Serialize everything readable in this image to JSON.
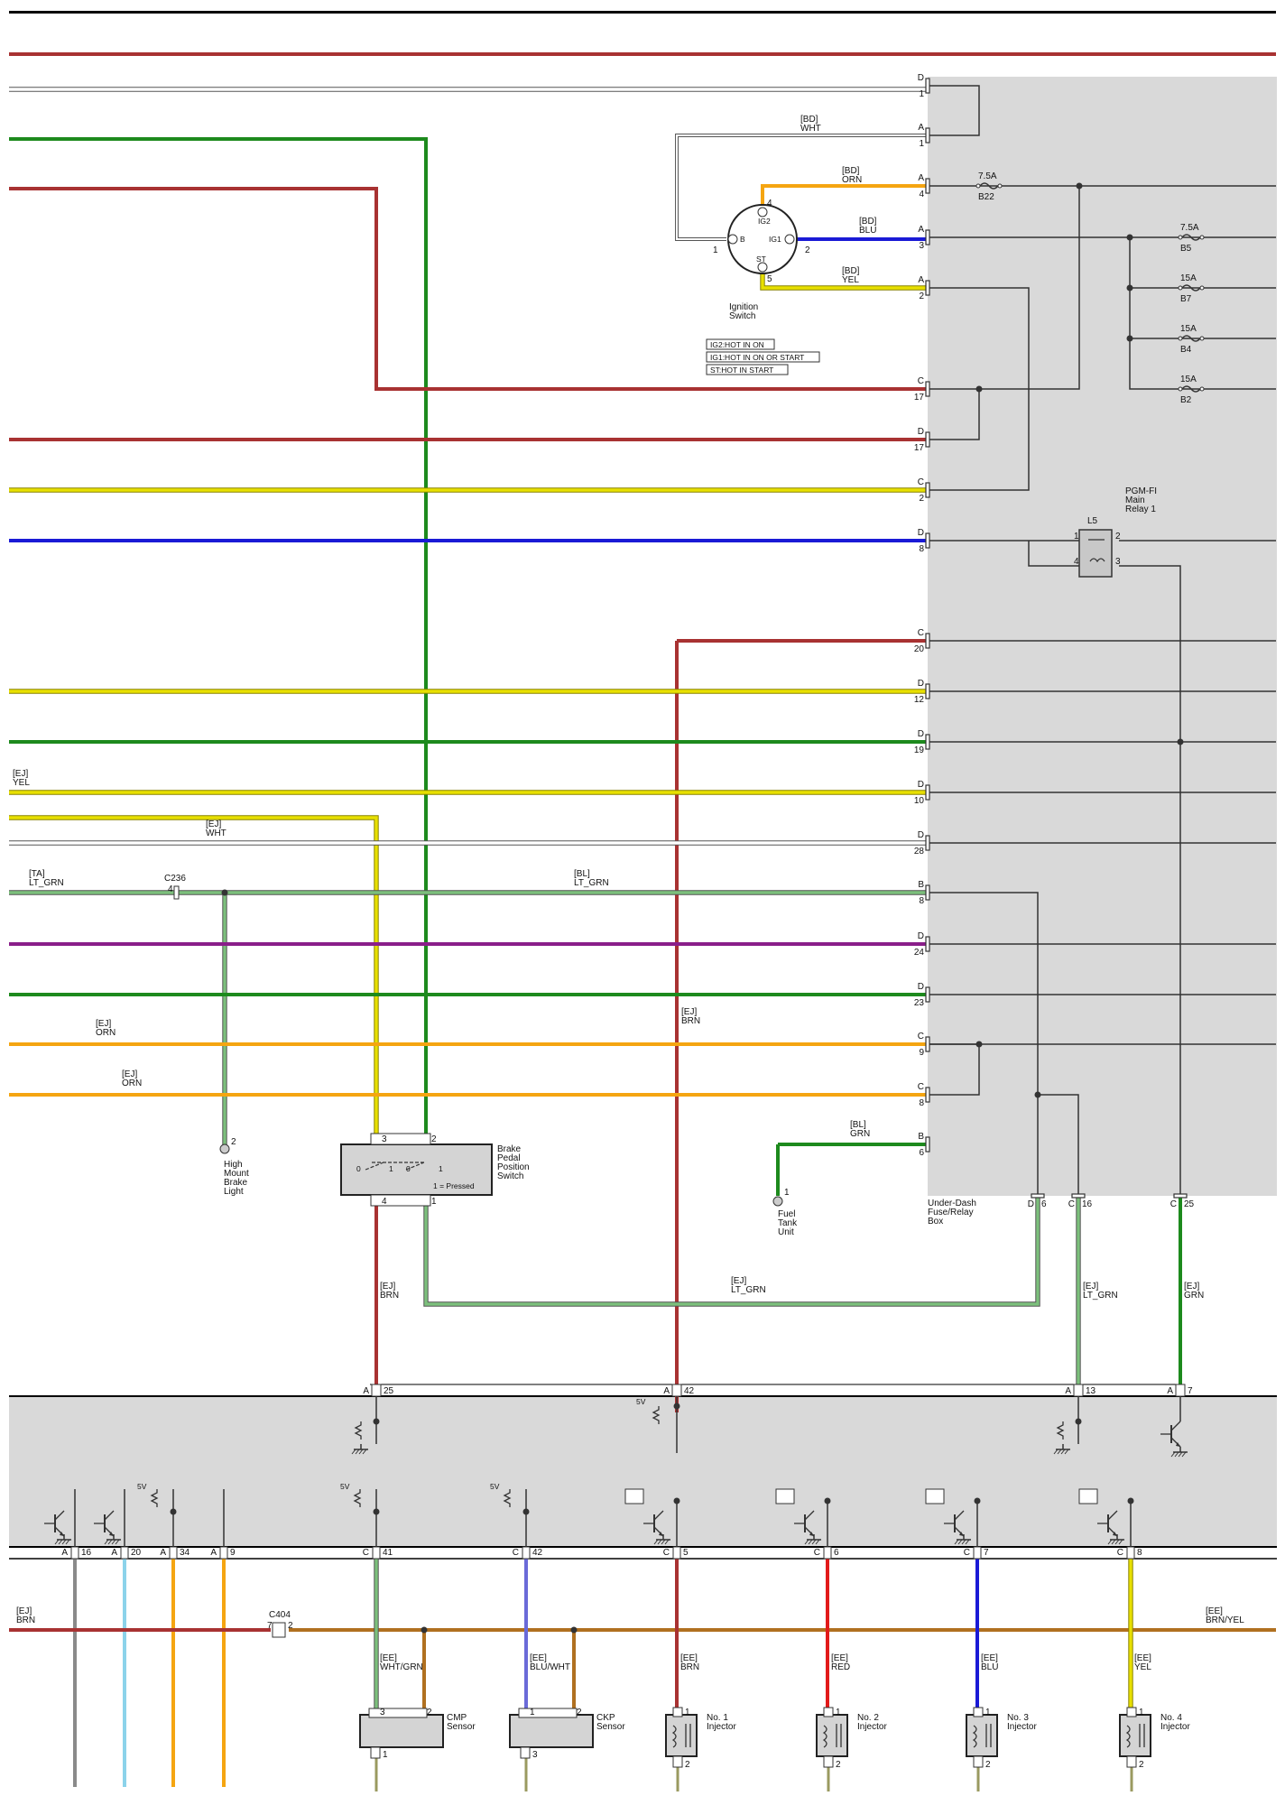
{
  "colors": {
    "RED_DARK": "#a83232",
    "WHT": "#9a9a9a",
    "GRN": "#1d8a1d",
    "YEL": "#e8e000",
    "BLU": "#1a1ad6",
    "ORN": "#f5a511",
    "LT_GRN": "#7cc07c",
    "PUR": "#8a1e8a",
    "BRN": "#a83232",
    "GRY": "#8a8a8a",
    "LT_BLU": "#8cd3ea",
    "RED": "#e21a1a",
    "BOX": "#d9d9d9",
    "LINE": "#333333"
  },
  "fuse_box": {
    "label": "Under-Dash\nFuse/Relay\nBox",
    "connectors": [
      {
        "name": "D",
        "pin": "1"
      },
      {
        "name": "A",
        "pin": "1"
      },
      {
        "name": "A",
        "pin": "4"
      },
      {
        "name": "A",
        "pin": "3"
      },
      {
        "name": "A",
        "pin": "2"
      },
      {
        "name": "C",
        "pin": "17"
      },
      {
        "name": "D",
        "pin": "17"
      },
      {
        "name": "C",
        "pin": "2"
      },
      {
        "name": "D",
        "pin": "8"
      },
      {
        "name": "C",
        "pin": "20"
      },
      {
        "name": "D",
        "pin": "12"
      },
      {
        "name": "D",
        "pin": "19"
      },
      {
        "name": "D",
        "pin": "10"
      },
      {
        "name": "D",
        "pin": "28"
      },
      {
        "name": "B",
        "pin": "8"
      },
      {
        "name": "D",
        "pin": "24"
      },
      {
        "name": "D",
        "pin": "23"
      },
      {
        "name": "C",
        "pin": "9"
      },
      {
        "name": "C",
        "pin": "8"
      },
      {
        "name": "B",
        "pin": "6"
      }
    ],
    "bottom_connectors": [
      {
        "name": "D",
        "pin": "6"
      },
      {
        "name": "C",
        "pin": "16"
      },
      {
        "name": "C",
        "pin": "25"
      }
    ],
    "fuses": [
      {
        "rating": "7.5A",
        "id": "B22"
      },
      {
        "rating": "7.5A",
        "id": "B5"
      },
      {
        "rating": "15A",
        "id": "B7"
      },
      {
        "rating": "15A",
        "id": "B4"
      },
      {
        "rating": "15A",
        "id": "B2"
      }
    ],
    "relay": {
      "id": "L5",
      "name": "PGM-FI\nMain\nRelay 1",
      "pins": [
        "1",
        "2",
        "4",
        "3"
      ]
    }
  },
  "ignition": {
    "label": "Ignition\nSwitch",
    "terminals": {
      "ig2": "IG2",
      "b": "B",
      "ig1": "IG1",
      "st": "ST"
    },
    "pins": {
      "p4": "4",
      "p1": "1",
      "p2": "2",
      "p5": "5"
    },
    "wires": [
      {
        "harness": "[BD]",
        "color": "WHT"
      },
      {
        "harness": "[BD]",
        "color": "ORN"
      },
      {
        "harness": "[BD]",
        "color": "BLU"
      },
      {
        "harness": "[BD]",
        "color": "YEL"
      }
    ],
    "legend": [
      "IG2:HOT IN ON",
      "IG1:HOT IN ON OR START",
      "ST:HOT IN START"
    ]
  },
  "wire_labels": {
    "yel_ej": {
      "harness": "[EJ]",
      "color": "YEL"
    },
    "wht_ej": {
      "harness": "[EJ]",
      "color": "WHT"
    },
    "ltgrn_ta": {
      "harness": "[TA]",
      "color": "LT_GRN"
    },
    "ltgrn_bl": {
      "harness": "[BL]",
      "color": "LT_GRN"
    },
    "brn_ej_mid": {
      "harness": "[EJ]",
      "color": "BRN"
    },
    "orn_ej1": {
      "harness": "[EJ]",
      "color": "ORN"
    },
    "orn_ej2": {
      "harness": "[EJ]",
      "color": "ORN"
    },
    "grn_bl": {
      "harness": "[BL]",
      "color": "GRN"
    },
    "brn_ej_left": {
      "harness": "[EJ]",
      "color": "BRN"
    },
    "ltgrn_ej": {
      "harness": "[EJ]",
      "color": "LT_GRN"
    },
    "ltgrn_ej2": {
      "harness": "[EJ]",
      "color": "LT_GRN"
    },
    "grn_ej": {
      "harness": "[EJ]",
      "color": "GRN"
    },
    "brn_ej_bottom": {
      "harness": "[EJ]",
      "color": "BRN"
    },
    "brnyel_ee": {
      "harness": "[EE]",
      "color": "BRN/YEL"
    }
  },
  "c236": {
    "name": "C236",
    "pin": "4"
  },
  "c404": {
    "name": "C404",
    "pins": [
      "7",
      "2"
    ]
  },
  "high_mount": {
    "label": "High\nMount\nBrake\nLight",
    "pin": "2"
  },
  "brake_switch": {
    "label": "Brake\nPedal\nPosition\nSwitch",
    "pins": [
      "3",
      "2",
      "4",
      "1"
    ],
    "note": "1 = Pressed",
    "contacts": [
      "0",
      "1",
      "0",
      "1"
    ]
  },
  "fuel_tank": {
    "label": "Fuel\nTank\nUnit",
    "pin": "1"
  },
  "ecm_top": [
    {
      "name": "A",
      "pin": "25"
    },
    {
      "name": "A",
      "pin": "42"
    },
    {
      "name": "A",
      "pin": "13"
    },
    {
      "name": "A",
      "pin": "7"
    }
  ],
  "ecm_bottom": [
    {
      "name": "A",
      "pin": "16"
    },
    {
      "name": "A",
      "pin": "20"
    },
    {
      "name": "A",
      "pin": "34"
    },
    {
      "name": "A",
      "pin": "9"
    },
    {
      "name": "C",
      "pin": "41"
    },
    {
      "name": "C",
      "pin": "42"
    },
    {
      "name": "C",
      "pin": "5"
    },
    {
      "name": "C",
      "pin": "6"
    },
    {
      "name": "C",
      "pin": "7"
    },
    {
      "name": "C",
      "pin": "8"
    }
  ],
  "voltage": "5V",
  "sensors": [
    {
      "label": "CMP\nSensor",
      "harness": "[EE]",
      "color": "WHT/GRN",
      "pins": [
        "3",
        "2",
        "1"
      ]
    },
    {
      "label": "CKP\nSensor",
      "harness": "[EE]",
      "color": "BLU/WHT",
      "pins": [
        "1",
        "2",
        "3"
      ]
    }
  ],
  "injectors": [
    {
      "label": "No. 1\nInjector",
      "harness": "[EE]",
      "color": "BRN",
      "pins": [
        "1",
        "2"
      ]
    },
    {
      "label": "No. 2\nInjector",
      "harness": "[EE]",
      "color": "RED",
      "pins": [
        "1",
        "2"
      ]
    },
    {
      "label": "No. 3\nInjector",
      "harness": "[EE]",
      "color": "BLU",
      "pins": [
        "1",
        "2"
      ]
    },
    {
      "label": "No. 4\nInjector",
      "harness": "[EE]",
      "color": "YEL",
      "pins": [
        "1",
        "2"
      ]
    }
  ]
}
